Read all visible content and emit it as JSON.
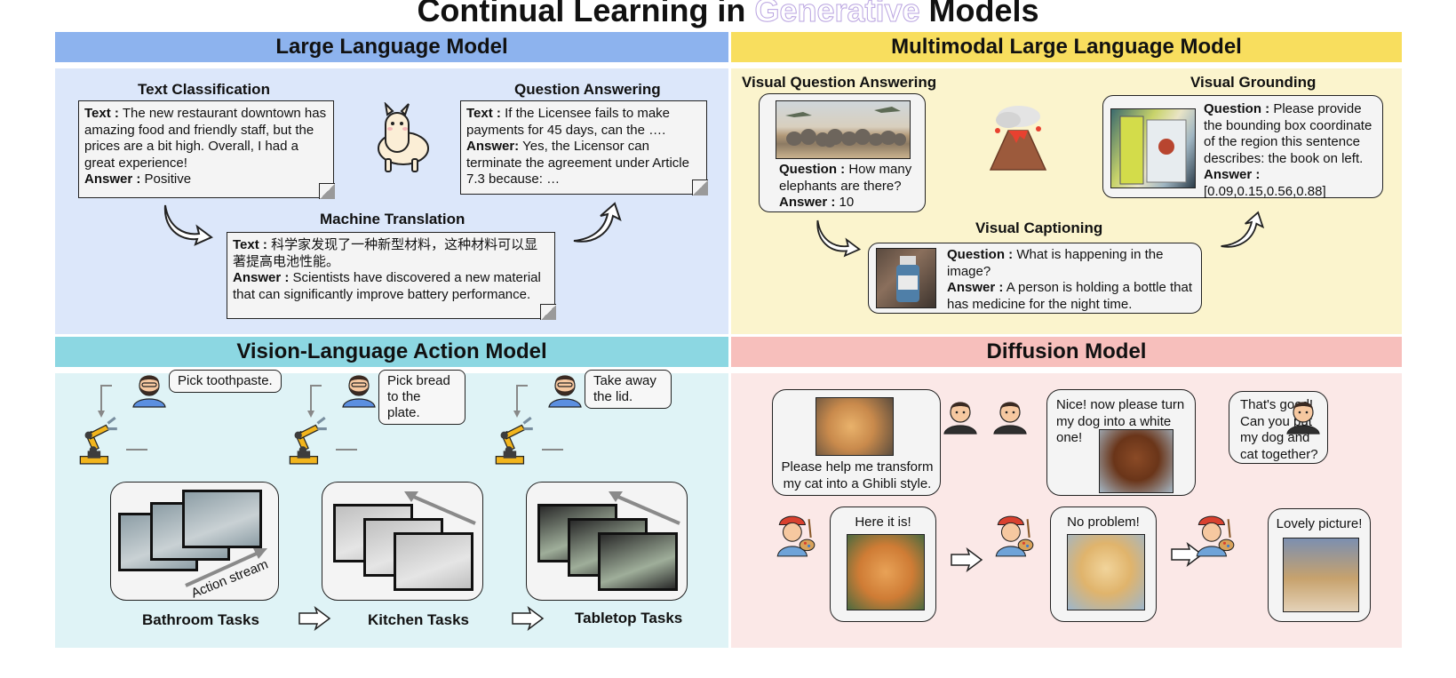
{
  "title": {
    "prefix": "Continual Learning in ",
    "highlight": "Generative",
    "suffix": " Models"
  },
  "colors": {
    "llm_head": "#8db3ee",
    "llm_body": "#dce7fa",
    "mllm_head": "#f8de5e",
    "mllm_body": "#fbf4cd",
    "vla_head": "#8cd7e2",
    "vla_body": "#dff3f6",
    "diff_head": "#f7bfbc",
    "diff_body": "#fbe8e7"
  },
  "llm": {
    "header": "Large Language Model",
    "text_classification": {
      "title": "Text Classification",
      "text_label": "Text :",
      "text": "The new restaurant downtown has amazing food and friendly staff, but the prices are a bit high. Overall, I had a great experience!",
      "answer_label": "Answer :",
      "answer": "Positive"
    },
    "question_answering": {
      "title": "Question Answering",
      "text_label": "Text :",
      "text": "If the Licensee fails to make payments for 45 days, can the ….",
      "answer_label": "Answer:",
      "answer": "Yes, the Licensor can terminate the agreement under Article 7.3 because: …"
    },
    "machine_translation": {
      "title": "Machine Translation",
      "text_label": "Text :",
      "text": "科学家发现了一种新型材料，这种材料可以显著提高电池性能。",
      "answer_label": "Answer :",
      "answer": "Scientists have discovered a new material that can significantly improve battery performance."
    }
  },
  "mllm": {
    "header": "Multimodal Large Language Model",
    "vqa": {
      "title": "Visual Question Answering",
      "question_label": "Question :",
      "question": "How many elephants are there?",
      "answer_label": "Answer :",
      "answer": "10"
    },
    "grounding": {
      "title": "Visual Grounding",
      "question_label": "Question :",
      "question": "Please provide the bounding box coordinate of the region this sentence describes: the book on left.",
      "answer_label": "Answer :",
      "answer": "[0.09,0.15,0.56,0.88]"
    },
    "captioning": {
      "title": "Visual Captioning",
      "question_label": "Question :",
      "question": "What is happening in the image?",
      "answer_label": "Answer :",
      "answer": "A person is holding a bottle that has medicine for the night time."
    }
  },
  "vla": {
    "header": "Vision-Language Action Model",
    "commands": [
      "Pick toothpaste.",
      "Pick bread to the plate.",
      "Take away the lid."
    ],
    "action_stream": "Action stream",
    "tasks": [
      "Bathroom Tasks",
      "Kitchen Tasks",
      "Tabletop Tasks"
    ]
  },
  "diffusion": {
    "header": "Diffusion Model",
    "user_prompts": [
      "Please help me transform my cat into a Ghibli style.",
      "Nice! now please turn my dog into a white one!",
      "That's good! Can you put my dog and cat together?"
    ],
    "artist_replies": [
      "Here it is!",
      "No problem!",
      "Lovely picture!"
    ]
  }
}
